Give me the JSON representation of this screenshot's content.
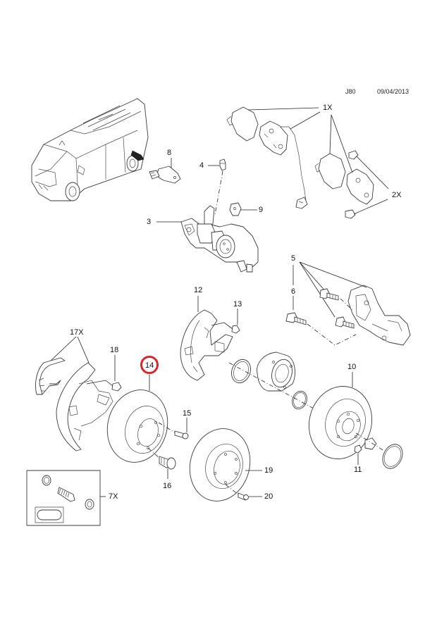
{
  "header": {
    "diagram_code": "J80",
    "date": "09/04/2013"
  },
  "highlight": {
    "part": "14",
    "color": "#d9262e"
  },
  "callouts": [
    {
      "id": "1X",
      "text": "1X"
    },
    {
      "id": "2X",
      "text": "2X"
    },
    {
      "id": "3",
      "text": "3"
    },
    {
      "id": "4",
      "text": "4"
    },
    {
      "id": "5",
      "text": "5"
    },
    {
      "id": "6",
      "text": "6"
    },
    {
      "id": "7X",
      "text": "7X"
    },
    {
      "id": "8",
      "text": "8"
    },
    {
      "id": "9",
      "text": "9"
    },
    {
      "id": "10",
      "text": "10"
    },
    {
      "id": "11",
      "text": "11"
    },
    {
      "id": "12",
      "text": "12"
    },
    {
      "id": "13",
      "text": "13"
    },
    {
      "id": "14",
      "text": "14"
    },
    {
      "id": "15",
      "text": "15"
    },
    {
      "id": "16",
      "text": "16"
    },
    {
      "id": "17X",
      "text": "17X"
    },
    {
      "id": "18",
      "text": "18"
    },
    {
      "id": "19",
      "text": "19"
    },
    {
      "id": "20",
      "text": "20"
    }
  ]
}
